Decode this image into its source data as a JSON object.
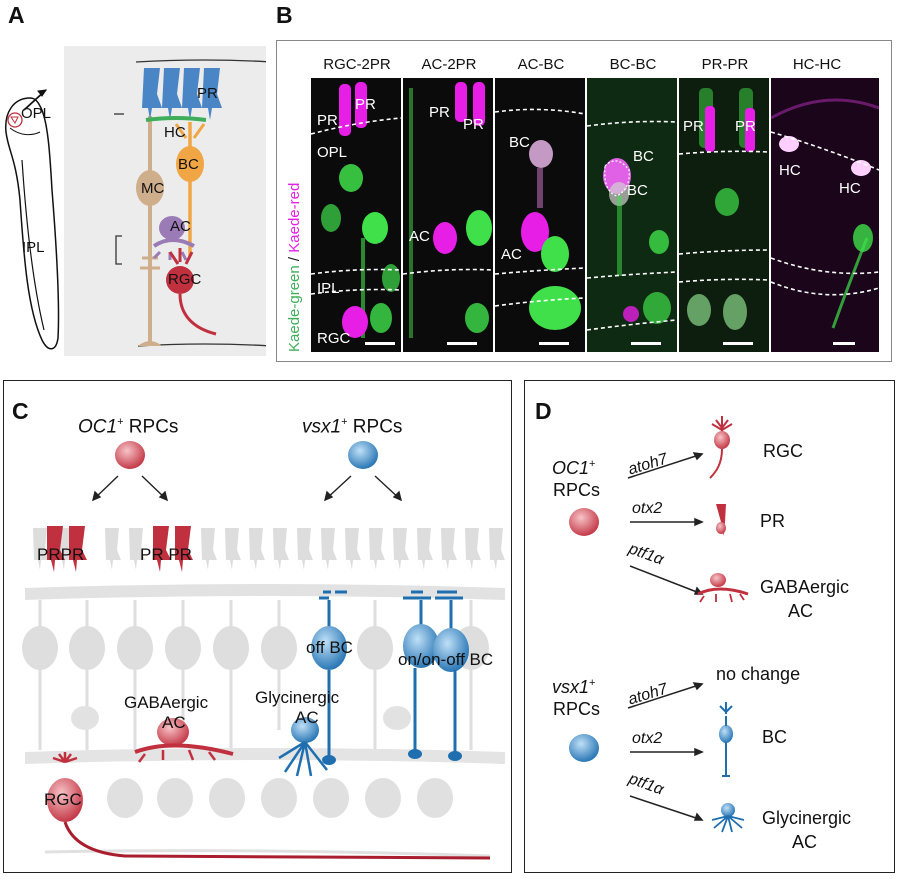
{
  "panels": {
    "a": {
      "letter": "A",
      "layers": {
        "opl": "OPL",
        "ipl": "IPL"
      },
      "cells": {
        "pr": "PR",
        "hc": "HC",
        "bc": "BC",
        "mc": "MC",
        "ac": "AC",
        "rgc": "RGC"
      }
    },
    "b": {
      "letter": "B",
      "ylabel_green": "Kaede-green",
      "ylabel_slash": " / ",
      "ylabel_red": "Kaede-red",
      "columns": [
        "RGC-2PR",
        "AC-2PR",
        "AC-BC",
        "BC-BC",
        "PR-PR",
        "HC-HC"
      ],
      "col1": {
        "pr1": "PR",
        "pr2": "PR",
        "opl": "OPL",
        "ipl": "IPL",
        "rgc": "RGC"
      },
      "col2": {
        "pr1": "PR",
        "pr2": "PR",
        "ac": "AC"
      },
      "col3": {
        "bc": "BC",
        "ac": "AC"
      },
      "col4": {
        "bc1": "BC",
        "bc2": "BC"
      },
      "col5": {
        "pr1": "PR",
        "pr2": "PR"
      },
      "col6": {
        "hc1": "HC",
        "hc2": "HC"
      }
    },
    "c": {
      "letter": "C",
      "oc1_gene": "OC1",
      "oc1_sup": "+",
      "oc1_suffix": " RPCs",
      "vsx1_gene": "vsx1",
      "vsx1_sup": "+",
      "vsx1_suffix": " RPCs",
      "pr_pair1": "PRPR",
      "pr_pair2": "PR PR",
      "off_bc": "off BC",
      "onoff_bc": "on/on-off BC",
      "gaba_line1": "GABAergic",
      "gaba_line2": "AC",
      "gly_line1": "Glycinergic",
      "gly_line2": "AC",
      "rgc": "RGC"
    },
    "d": {
      "letter": "D",
      "oc1_gene": "OC1",
      "oc1_sup": "+",
      "oc1_line2": "RPCs",
      "vsx1_gene": "vsx1",
      "vsx1_sup": "+",
      "vsx1_line2": "RPCs",
      "genes": [
        "atoh7",
        "otx2",
        "ptf1α"
      ],
      "oc1_out": {
        "atoh7": "RGC",
        "otx2": "PR",
        "ptf1a_1": "GABAergic",
        "ptf1a_2": "AC"
      },
      "vsx1_out": {
        "atoh7": "no change",
        "otx2": "BC",
        "ptf1a_1": "Glycinergic",
        "ptf1a_2": "AC"
      }
    }
  },
  "colors": {
    "pr_blue": "#4a86c6",
    "hc_green": "#3fae5b",
    "bc_orange": "#f0a644",
    "mc_tan": "#cfae8c",
    "ac_purple": "#9b7bb5",
    "rgc_red": "#c0303f",
    "vsx_blue": "#1f6fb0",
    "kaede_green": "#3fe04a",
    "kaede_magenta": "#e61ee6"
  }
}
